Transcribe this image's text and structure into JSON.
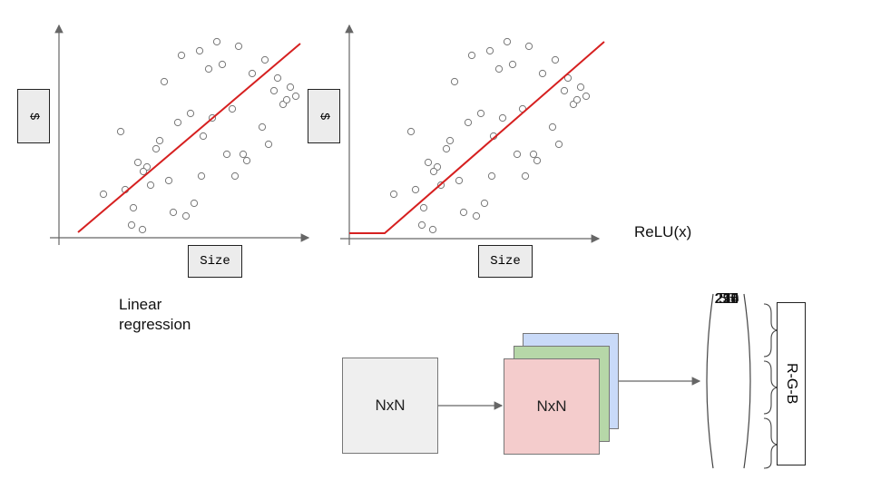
{
  "left_plot": {
    "ylabel": "$",
    "xlabel": "Size",
    "caption_line1": "Linear",
    "caption_line2": "regression"
  },
  "right_plot": {
    "ylabel": "$",
    "xlabel": "Size",
    "caption": "ReLU(x)"
  },
  "cnn": {
    "input_label": "NxN",
    "stack_label": "NxN",
    "vector_values": [
      "256",
      "225",
      "56",
      ".",
      ".",
      ".",
      "214",
      "210",
      "211"
    ],
    "rgb_label": "R-G-B"
  },
  "colors": {
    "fit_line": "#d62020",
    "layer_red": "#f4cccc",
    "layer_green": "#b6d7a8",
    "layer_blue": "#c9daf8",
    "input_gray": "#efefef"
  }
}
